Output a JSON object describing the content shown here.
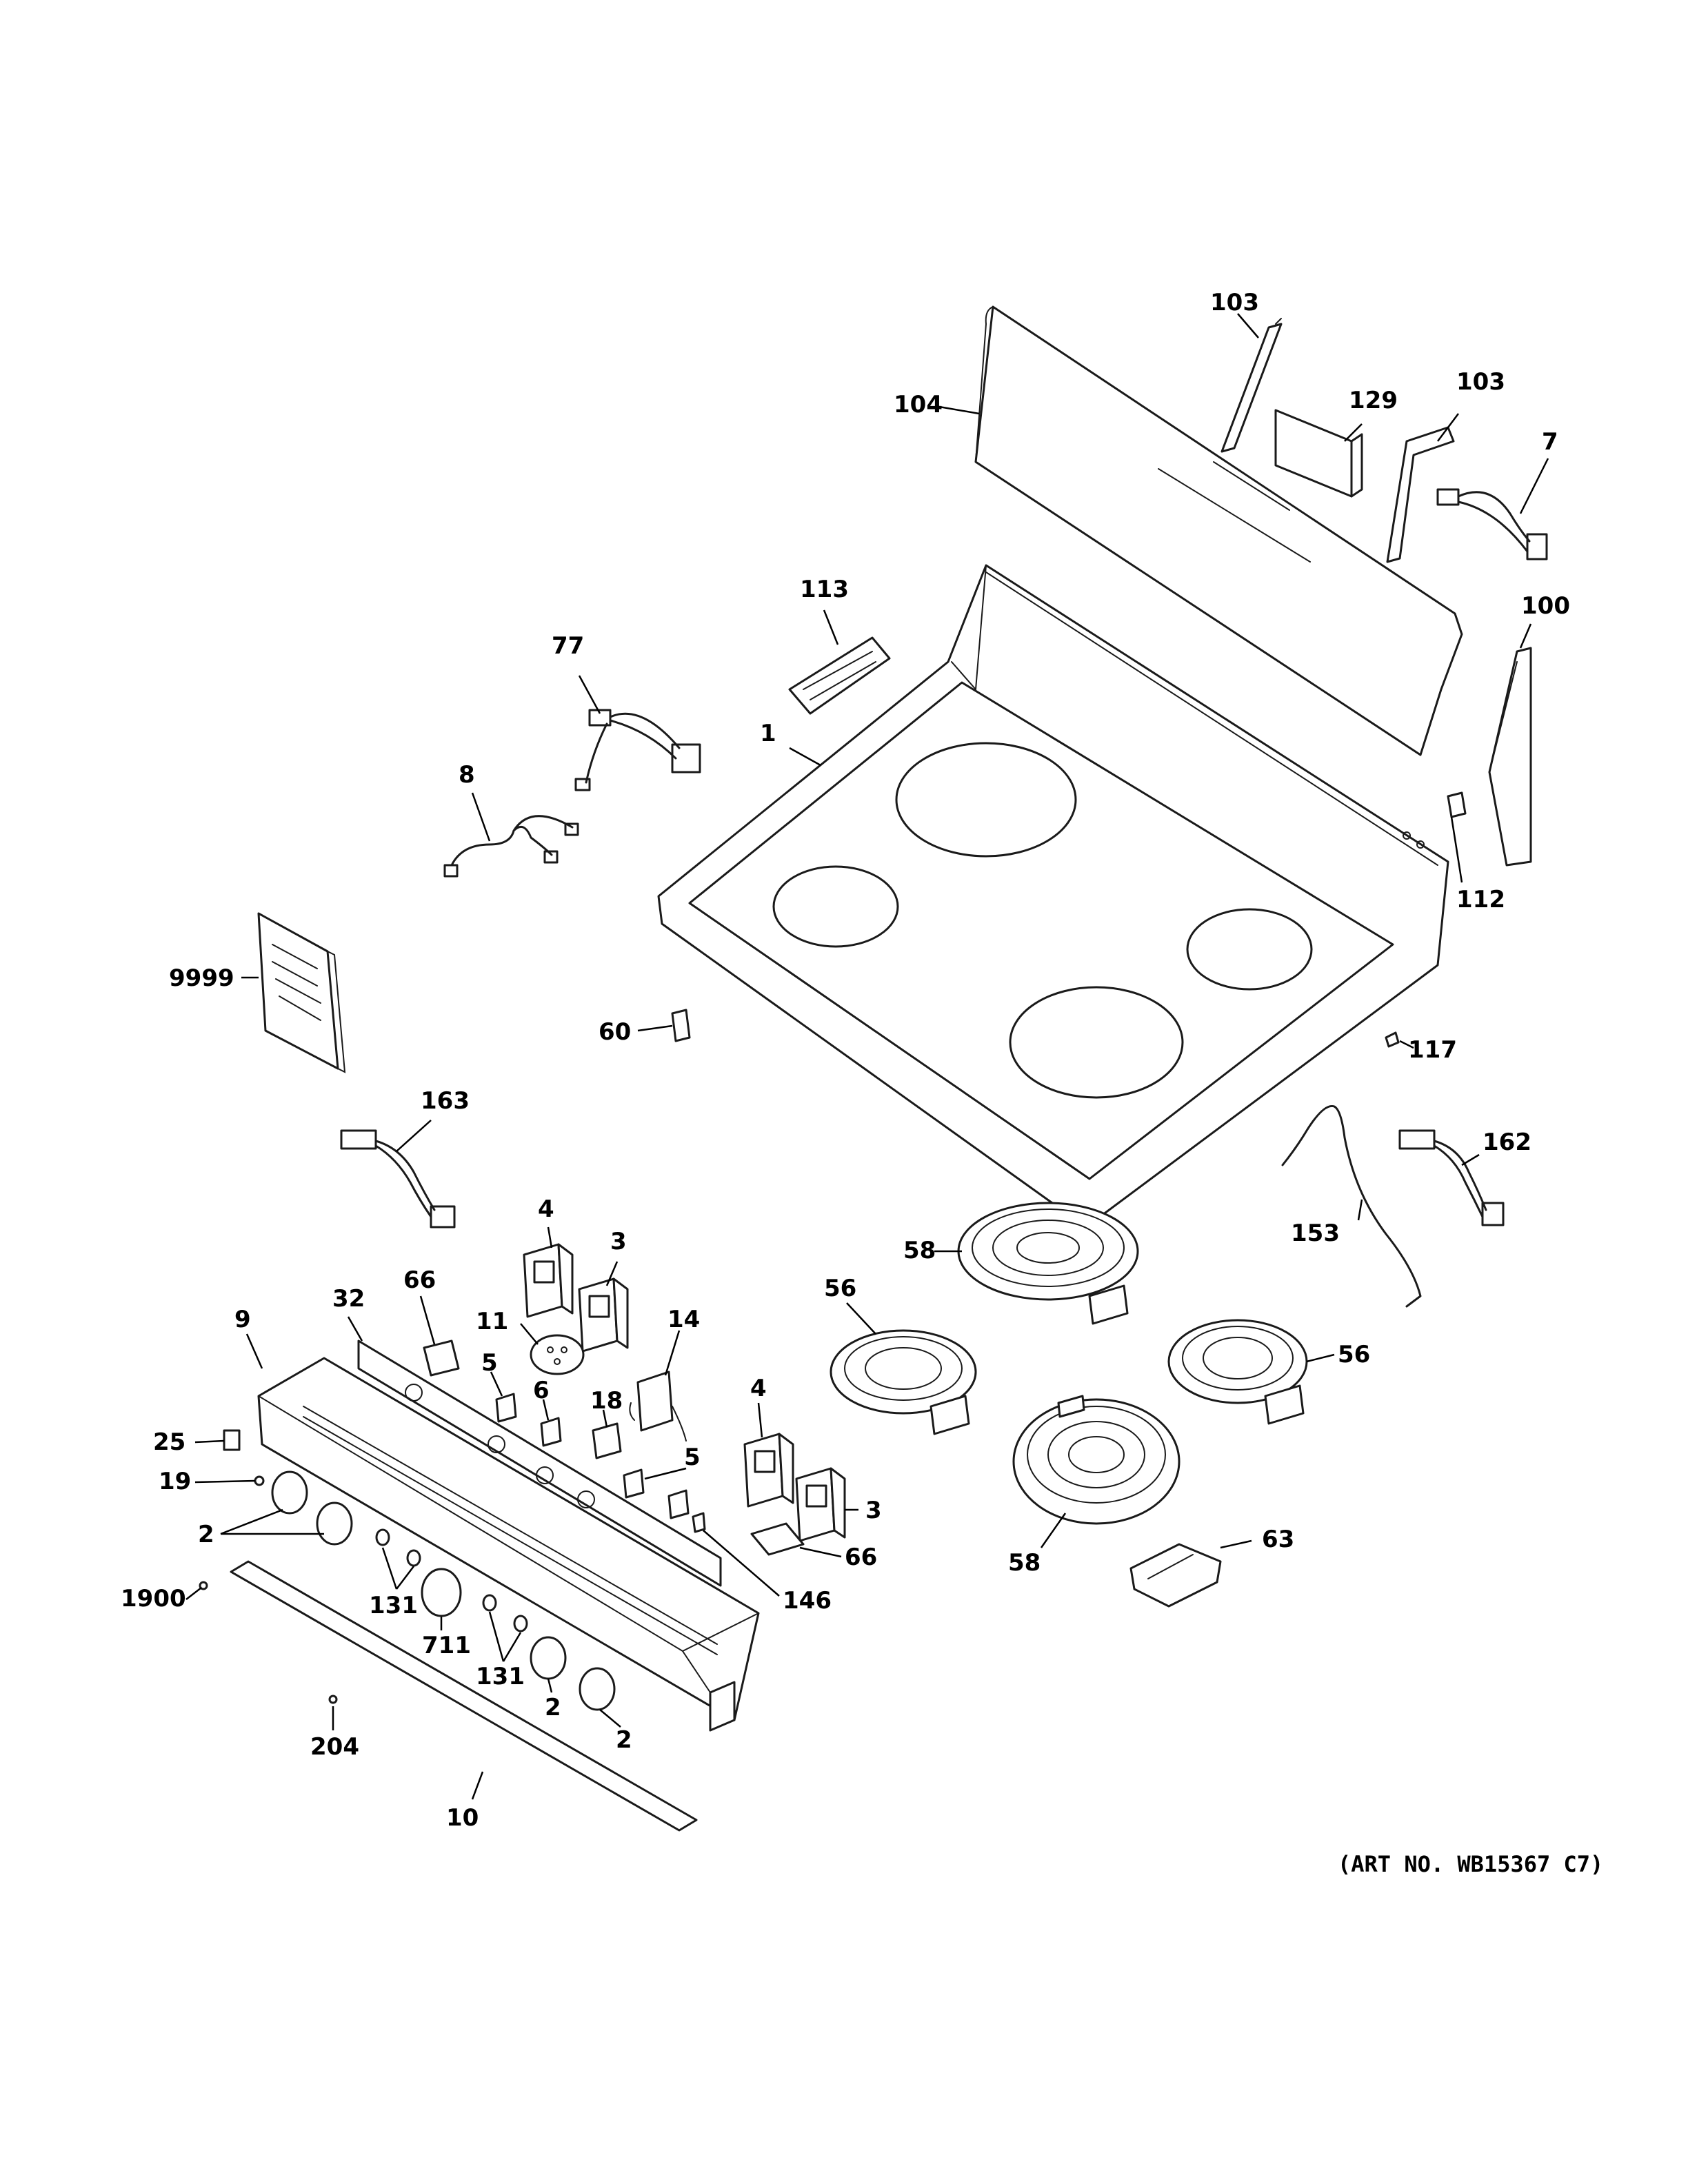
{
  "art_number": "(ART NO. WB15367 C7)",
  "callouts": [
    "103",
    "103",
    "104",
    "129",
    "7",
    "113",
    "100",
    "77",
    "1",
    "8",
    "112",
    "9999",
    "60",
    "117",
    "163",
    "162",
    "153",
    "4",
    "3",
    "66",
    "32",
    "9",
    "58",
    "56",
    "56",
    "11",
    "14",
    "5",
    "6",
    "18",
    "4",
    "5",
    "3",
    "25",
    "19",
    "2",
    "66",
    "146",
    "58",
    "63",
    "1900",
    "131",
    "711",
    "131",
    "2",
    "2",
    "204",
    "10"
  ]
}
